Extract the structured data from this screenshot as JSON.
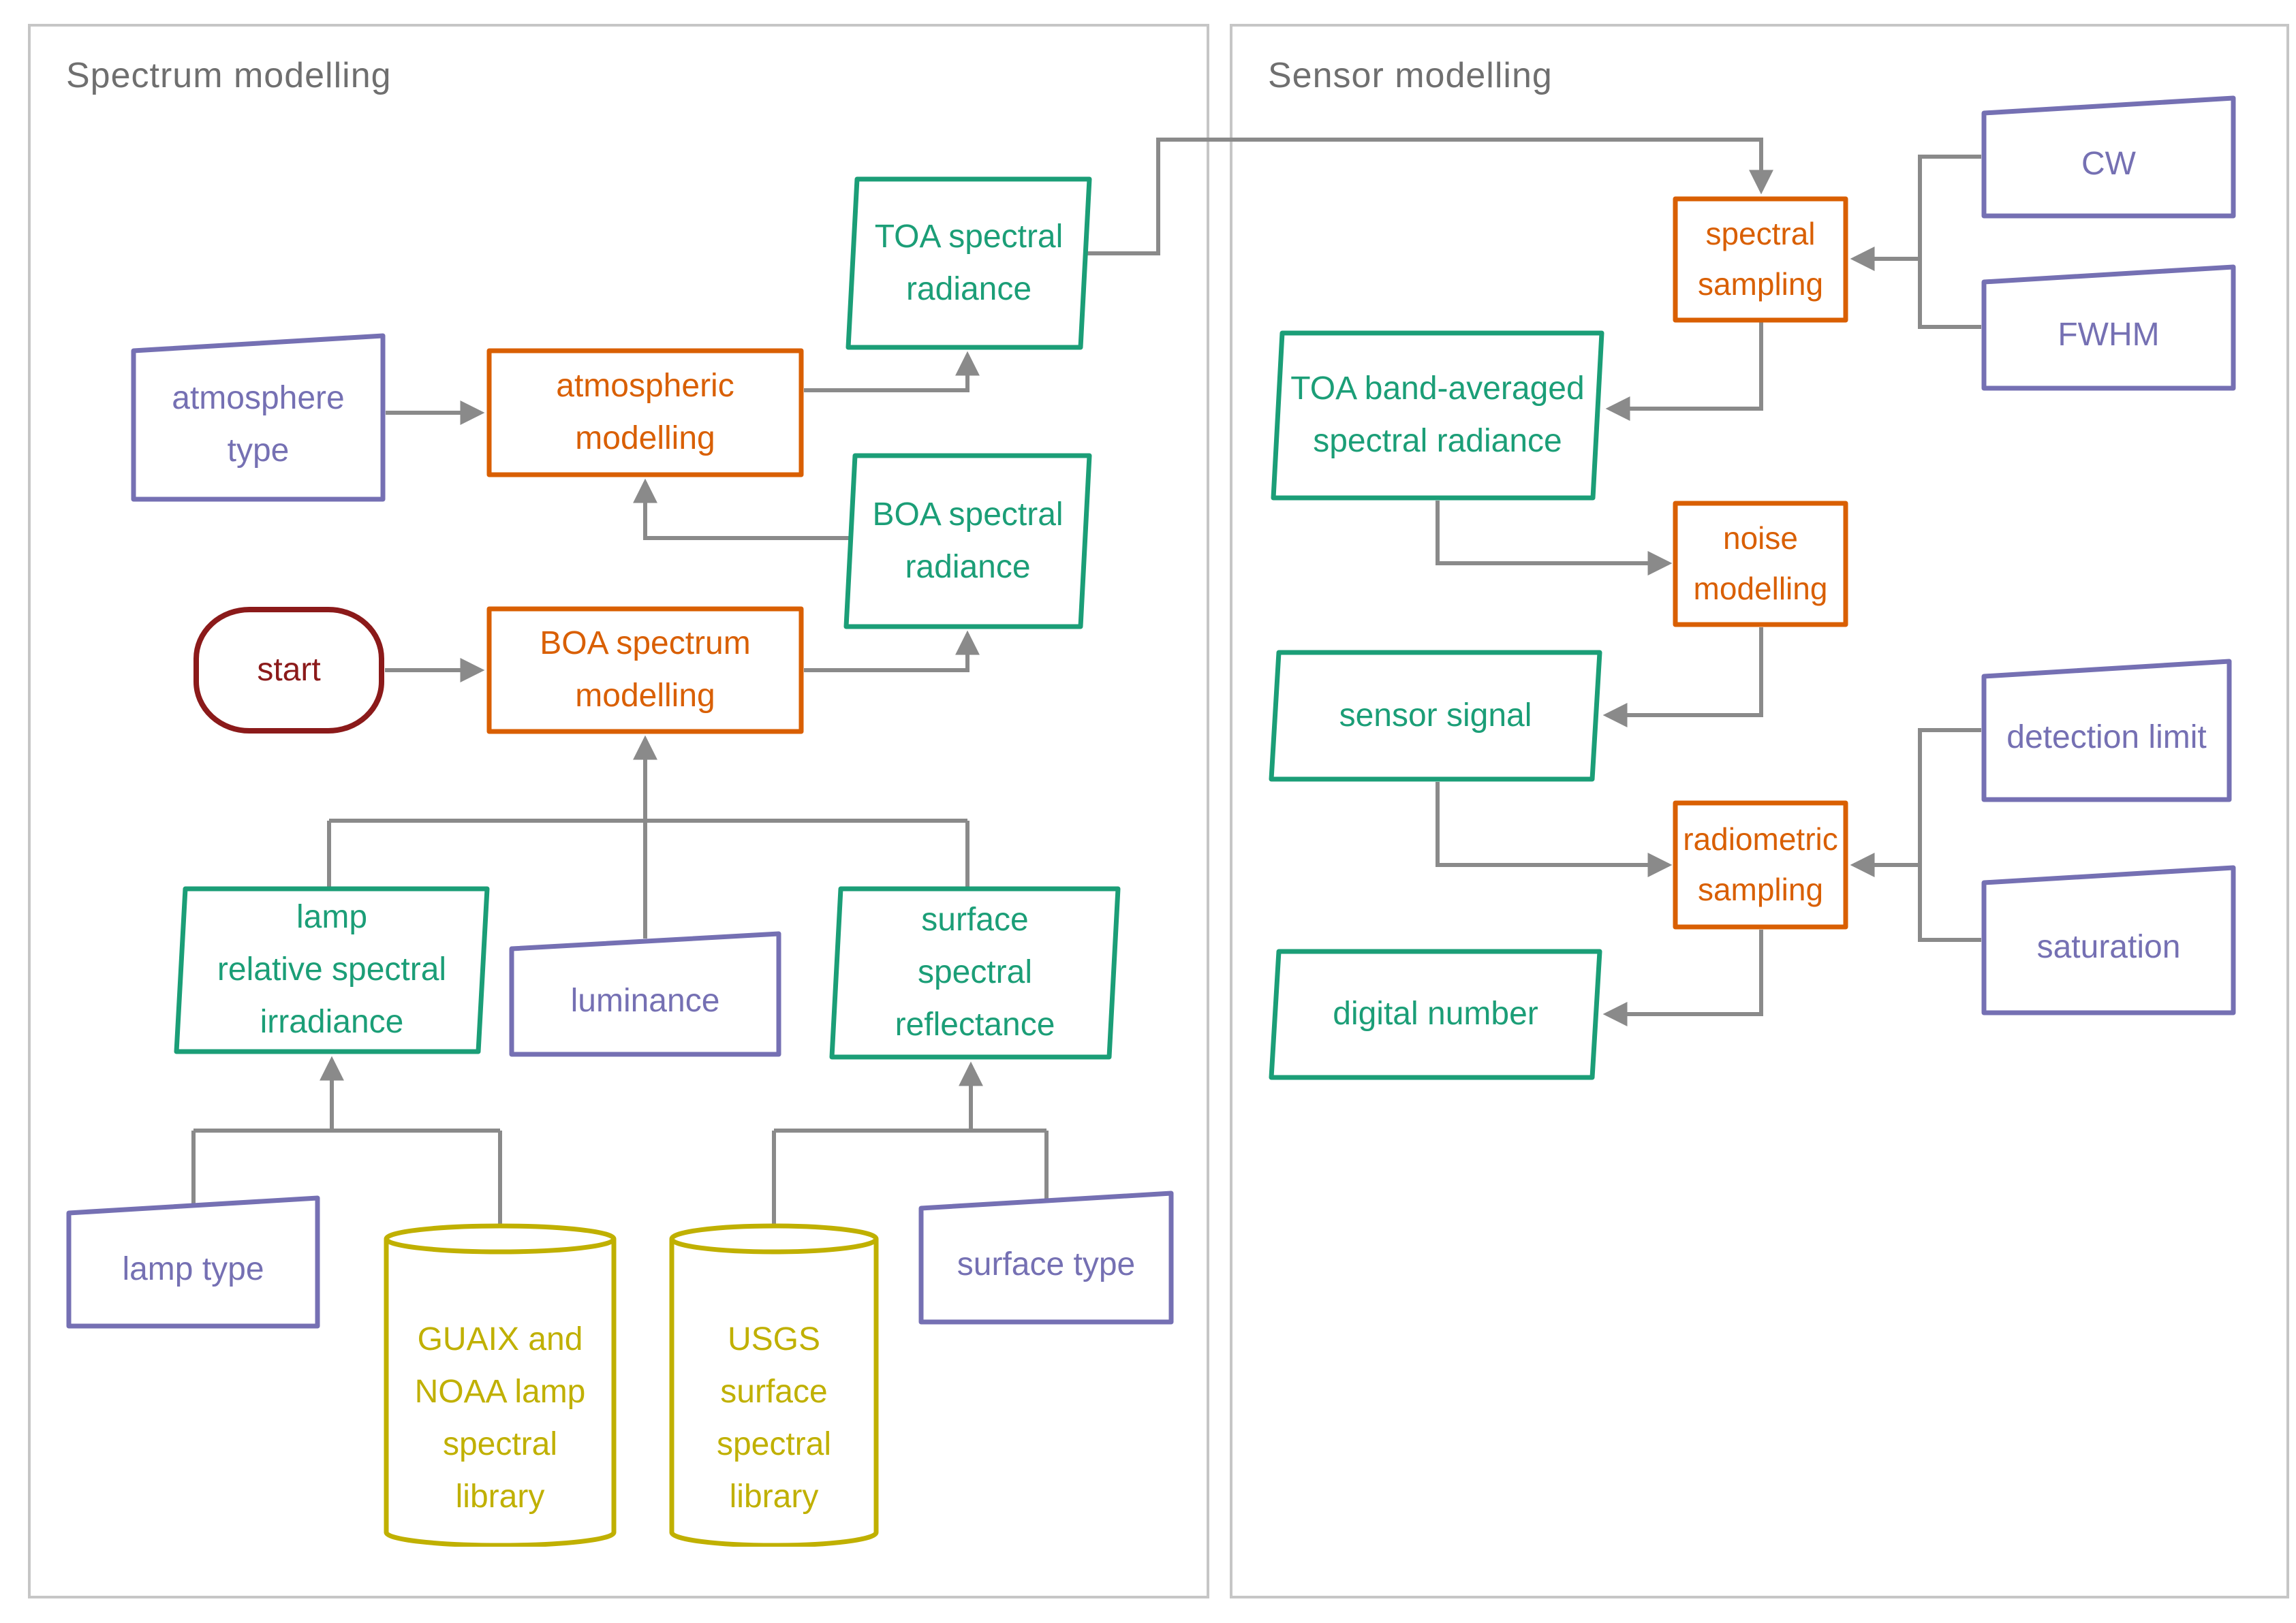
{
  "panels": {
    "spectrum": {
      "title": "Spectrum modelling"
    },
    "sensor": {
      "title": "Sensor modelling"
    }
  },
  "nodes": {
    "atmosphere_type": {
      "label": "atmosphere\ntype",
      "type": "manual-input"
    },
    "atmospheric_modelling": {
      "label": "atmospheric\nmodelling",
      "type": "process"
    },
    "toa_spectral_radiance": {
      "label": "TOA spectral\nradiance",
      "type": "data"
    },
    "boa_spectral_radiance": {
      "label": "BOA spectral\nradiance",
      "type": "data"
    },
    "start": {
      "label": "start",
      "type": "start"
    },
    "boa_spectrum_modelling": {
      "label": "BOA spectrum\nmodelling",
      "type": "process"
    },
    "lamp_relative_spectral_irradiance": {
      "label": "lamp\nrelative spectral\nirradiance",
      "type": "data"
    },
    "luminance": {
      "label": "luminance",
      "type": "manual-input"
    },
    "surface_spectral_reflectance": {
      "label": "surface\nspectral\nreflectance",
      "type": "data"
    },
    "lamp_type": {
      "label": "lamp type",
      "type": "manual-input"
    },
    "guaix_library": {
      "label": "GUAIX and\nNOAA lamp\nspectral\nlibrary",
      "type": "database"
    },
    "usgs_library": {
      "label": "USGS\nsurface\nspectral\nlibrary",
      "type": "database"
    },
    "surface_type": {
      "label": "surface type",
      "type": "manual-input"
    },
    "spectral_sampling": {
      "label": "spectral\nsampling",
      "type": "process"
    },
    "cw": {
      "label": "CW",
      "type": "manual-input"
    },
    "fwhm": {
      "label": "FWHM",
      "type": "manual-input"
    },
    "toa_band_averaged": {
      "label": "TOA band-averaged\nspectral radiance",
      "type": "data"
    },
    "noise_modelling": {
      "label": "noise\nmodelling",
      "type": "process"
    },
    "sensor_signal": {
      "label": "sensor signal",
      "type": "data"
    },
    "radiometric_sampling": {
      "label": "radiometric\nsampling",
      "type": "process"
    },
    "detection_limit": {
      "label": "detection limit",
      "type": "manual-input"
    },
    "saturation": {
      "label": "saturation",
      "type": "manual-input"
    },
    "digital_number": {
      "label": "digital number",
      "type": "data"
    }
  },
  "colors": {
    "process_orange": "#d95f02",
    "data_green": "#1b9e77",
    "input_purple": "#7570b3",
    "database_yellow": "#c0b000",
    "start_dark_red": "#8b1a1a",
    "connector_gray": "#8a8a8a",
    "panel_border_gray": "#c6c6c6",
    "panel_title_gray": "#6f6f6f"
  }
}
